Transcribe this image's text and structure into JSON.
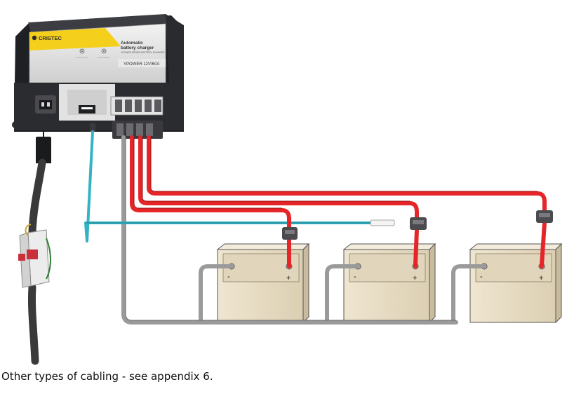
{
  "charger": {
    "brand": "CRISTEC",
    "title_line1": "Automatic",
    "title_line2": "battery charger",
    "subtitle": "YPOWER SERIES BATTERY CHARGER",
    "model": "YPOWER 12V/60A"
  },
  "batteries": [
    {
      "minus": "-",
      "plus": "+"
    },
    {
      "minus": "-",
      "plus": "+"
    },
    {
      "minus": "-",
      "plus": "+"
    }
  ],
  "caption": "Other types of cabling - see appendix 6.",
  "colors": {
    "positive_cable": "#e52528",
    "negative_cable": "#9a9a9a",
    "sensor_cable": "#34b3c4",
    "mains_cable": "#3a3a3a",
    "battery_body": "#e8dcc2",
    "charger_body": "#2b2c30",
    "accent_yellow": "#f4cf1c"
  }
}
